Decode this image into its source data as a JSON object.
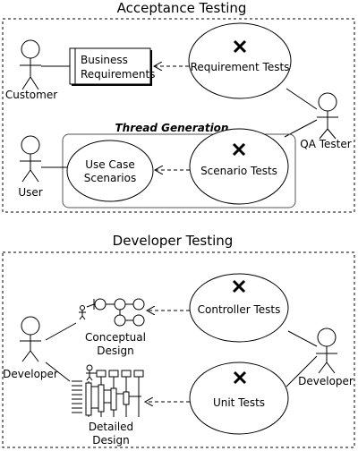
{
  "acceptance": {
    "title": "Acceptance Testing",
    "actors": {
      "customer": "Customer",
      "user": "User",
      "qa_tester": "QA Tester"
    },
    "business_requirements": [
      "Business",
      "Requirements"
    ],
    "requirement_tests": "Requirement Tests",
    "thread_generation": "Thread Generation",
    "use_case_scenarios": [
      "Use Case",
      "Scenarios"
    ],
    "scenario_tests": "Scenario Tests"
  },
  "developer": {
    "title": "Developer Testing",
    "actors": {
      "developer_left": "Developer",
      "developer_right": "Developer"
    },
    "conceptual_design": [
      "Conceptual",
      "Design"
    ],
    "controller_tests": "Controller Tests",
    "detailed_design": [
      "Detailed",
      "Design"
    ],
    "unit_tests": "Unit Tests"
  }
}
